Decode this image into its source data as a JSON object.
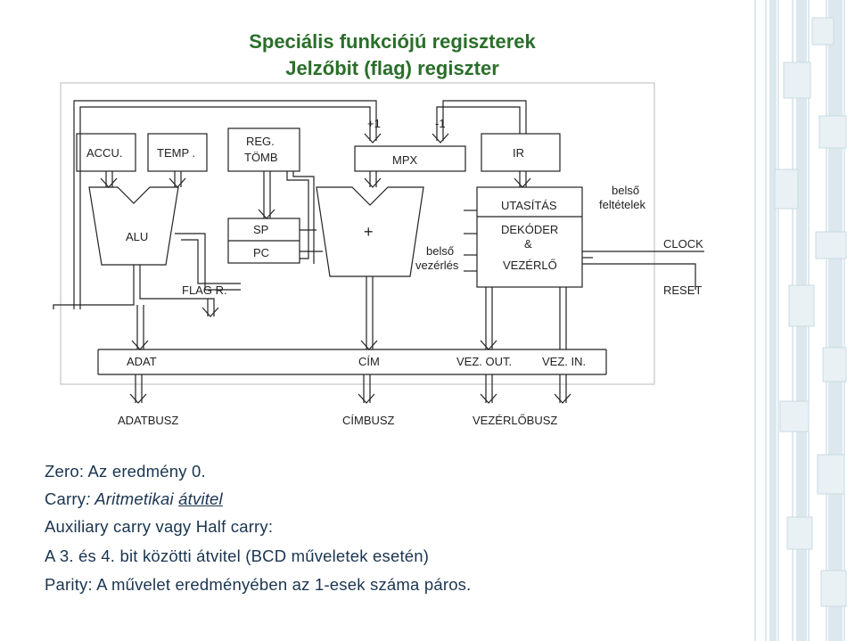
{
  "title_line1": "Speciális funkciójú regiszterek",
  "title_line2": "Jelzőbit (flag) regiszter",
  "diagram": {
    "plus_one": "+1",
    "minus_one": "-1",
    "accu": "ACCU.",
    "temp": "TEMP .",
    "reg_line1": "REG.",
    "reg_line2": "TÖMB",
    "mpx": "MPX",
    "ir": "IR",
    "alu": "ALU",
    "sp": "SP",
    "pc": "PC",
    "plus": "+",
    "utasitas": "UTASÍTÁS",
    "dekoder": "DEKÓDER",
    "amp": "&",
    "vezerlo": "VEZÉRLŐ",
    "belso_felt_1": "belső",
    "belso_felt_2": "feltételek",
    "belso_vez_1": "belső",
    "belso_vez_2": "vezérlés",
    "clock": "CLOCK",
    "reset": "RESET",
    "flag": "FLAG R.",
    "adat": "ADAT",
    "cim": "CÍM",
    "vez_out": "VEZ. OUT.",
    "vez_in": "VEZ. IN.",
    "adatbusz": "ADATBUSZ",
    "cimbusz": "CÍMBUSZ",
    "vezerlobusz": "VEZÉRLŐBUSZ"
  },
  "text": {
    "l1": "Zero: Az eredmény 0.",
    "l2_a": "Carry",
    "l2_b": ": Aritmetikai ",
    "l2_c": "átvitel",
    "l3": "Auxiliary carry vagy Half carry:",
    "l4": "A 3. és 4. bit közötti átvitel (BCD műveletek esetén)",
    "l5": "Parity: A művelet eredményében az 1-esek száma páros."
  },
  "colors": {
    "title": "#2a6e2a",
    "body_text": "#1a3550"
  }
}
